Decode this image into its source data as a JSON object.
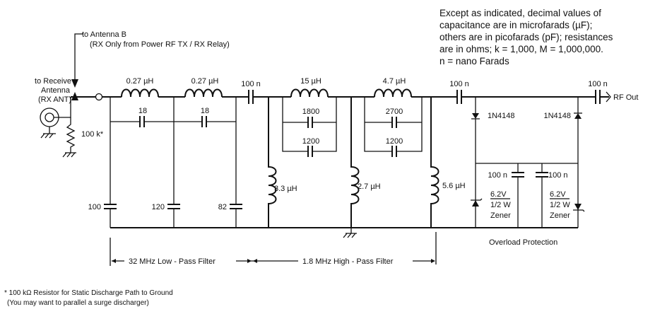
{
  "note": {
    "lines": [
      "Except as indicated, decimal values of",
      "capacitance are in microfarads (µF);",
      "others are in picofarads (pF); resistances",
      "are in ohms; k = 1,000, M = 1,000,000.",
      "n = nano Farads"
    ]
  },
  "antenna_b": {
    "line1": "to Antenna B",
    "line2": "(RX Only from Power RF TX / RX Relay)"
  },
  "receive_antenna": {
    "line1": "to Receive",
    "line2": "Antenna",
    "line3": "(RX ANT)"
  },
  "resistor": {
    "label": "100 k*"
  },
  "components": {
    "l1": "0.27 µH",
    "l2": "0.27 µH",
    "c_coupling_in": "100 n",
    "c_series_1": "18",
    "c_series_2": "18",
    "c_shunt_1": "100",
    "c_shunt_2": "120",
    "c_shunt_3": "82",
    "l3": "15 µH",
    "c_trap_1a": "1800",
    "c_trap_1b": "1200",
    "l4": "4.7 µH",
    "c_trap_2a": "2700",
    "c_trap_2b": "1200",
    "l_shunt_1": "3.3 µH",
    "l_shunt_2": "2.7 µH",
    "l_shunt_3": "5.6 µH",
    "c_out_1": "100 n",
    "c_out_2": "100 n",
    "rf_out": "RF Out",
    "diode_1": "1N4148",
    "diode_2": "1N4148",
    "c_prot_1": "100 n",
    "c_prot_2": "100 n",
    "zener_1": {
      "v": "6.2V",
      "w": "1/2 W",
      "t": "Zener"
    },
    "zener_2": {
      "v": "6.2V",
      "w": "1/2 W",
      "t": "Zener"
    }
  },
  "sections": {
    "lpf": "32 MHz Low - Pass Filter",
    "hpf": "1.8 MHz High - Pass Filter",
    "protection": "Overload Protection"
  },
  "footnote": {
    "line1": "* 100 kΩ Resistor for Static Discharge Path to Ground",
    "line2": "(You may want to parallel a surge discharger)"
  }
}
